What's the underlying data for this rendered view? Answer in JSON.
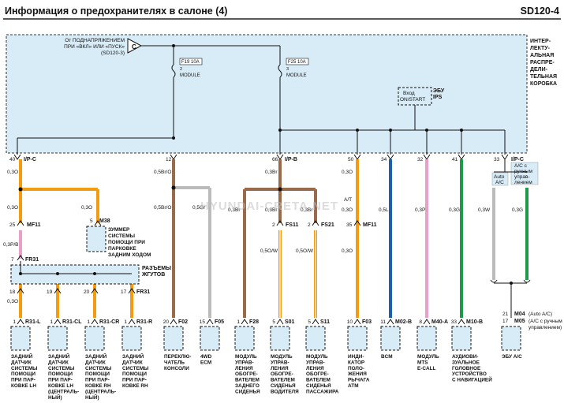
{
  "header": {
    "title": "Информация о предохранителях в салоне (4)",
    "code": "SD120-4"
  },
  "power_note": [
    "От ПОДНАПРЯЖЕНИЕМ",
    "ПРИ «ВКЛ» ИЛИ «ПУСК»",
    "(SD120-3)"
  ],
  "power_marker": "C",
  "jbox_label": [
    "ИНТЕР-",
    "ЛЕКТУ-",
    "АЛЬНАЯ",
    "РАСПРЕ-",
    "ДЕЛИ-",
    "ТЕЛЬНАЯ",
    "КОРОБКА"
  ],
  "fuses": [
    {
      "id": "F19 10A",
      "circuit": "2",
      "name": "MODULE"
    },
    {
      "id": "F25 10A",
      "circuit": "3",
      "name": "MODULE"
    }
  ],
  "ips": {
    "label": [
      "ЭБУ",
      "IPS"
    ],
    "input": [
      "Вход",
      "ON/START"
    ]
  },
  "conn_top": {
    "left": "I/P-C",
    "mid": "I/P-B",
    "right": "I/P-C"
  },
  "conn_pins": [
    "40",
    "12",
    "66",
    "50",
    "34",
    "32",
    "41",
    "33"
  ],
  "wires": [
    {
      "label": "0,3O",
      "color": "#f39c12"
    },
    {
      "label": "0,5Br/O",
      "color": "#9a6b4a"
    },
    {
      "label": "0,3Br",
      "color": "#9a6b4a"
    },
    {
      "label": "0,3O",
      "color": "#f39c12"
    },
    {
      "label": "0,5L",
      "color": "#1f5fa8"
    },
    {
      "label": "0,3P",
      "color": "#e9a0c8"
    },
    {
      "label": "0,3G",
      "color": "#1f9a4a"
    },
    {
      "label": "0,3W",
      "color": "#bbbbbb"
    },
    {
      "label": "0,3G",
      "color": "#1f9a4a"
    }
  ],
  "labels_mid": {
    "w1a": "0,3O",
    "w1b": "0,3O",
    "w1c": "0,3O",
    "w1d": "0,3P/B",
    "w2a": "0,5Br/O",
    "w2b": "0,5Gr",
    "w3a": "0,3Br",
    "w3b": "0,3Br",
    "w3c": "0,3Br",
    "w3d": "0,5O/W",
    "w3e": "0,5O/W",
    "w4a": "0,3O",
    "w4b": "A/T",
    "w5": "0,5L",
    "w6": "0,3P",
    "w7": "0,3G",
    "w8": "0,3W",
    "w9": "0,3G"
  },
  "mf11": [
    "25",
    "MF11"
  ],
  "mf11b": [
    "35",
    "MF11"
  ],
  "fs11": [
    "2",
    "FS11"
  ],
  "fs21": [
    "2",
    "FS21"
  ],
  "m38": {
    "pin": "5",
    "id": "M38",
    "text": [
      "ЗУММЕР",
      "СИСТЕМЫ",
      "ПОМОЩИ ПРИ",
      "ПАРКОВКЕ",
      "ЗАДНИМ ХОДОМ"
    ]
  },
  "fr31_top": [
    "7",
    "FR31"
  ],
  "harness": [
    "РАЗЪЕМЫ",
    "ЖГУТОВ"
  ],
  "harness_pins": [
    "18",
    "19",
    "20",
    "17"
  ],
  "harness_id": "FR31",
  "auto_ac": [
    "Auto",
    "A/C"
  ],
  "manual_ac": [
    "A/C с",
    "ручным",
    "управ-",
    "лением"
  ],
  "m04": [
    "21",
    "M04",
    "(Auto A/C)",
    "17",
    "M05",
    "(A/C с ручным",
    "управлением)"
  ],
  "components": [
    {
      "pin": "1",
      "conn": "R31-L",
      "text": [
        "ЗАДНИЙ",
        "ДАТЧИК",
        "СИСТЕМЫ",
        "ПОМОЩИ",
        "ПРИ ПАР-",
        "КОВКЕ LH"
      ]
    },
    {
      "pin": "1",
      "conn": "R31-CL",
      "text": [
        "ЗАДНИЙ",
        "ДАТЧИК",
        "СИСТЕМЫ",
        "ПОМОЩИ",
        "ПРИ ПАР-",
        "КОВКЕ LH",
        "(ЦЕНТРАЛЬ-",
        "НЫЙ)"
      ]
    },
    {
      "pin": "1",
      "conn": "R31-CR",
      "text": [
        "ЗАДНИЙ",
        "ДАТЧИК",
        "СИСТЕМЫ",
        "ПОМОЩИ",
        "ПРИ ПАР-",
        "КОВКЕ RH",
        "(ЦЕНТРАЛЬ-",
        "НЫЙ)"
      ]
    },
    {
      "pin": "1",
      "conn": "R31-R",
      "text": [
        "ЗАДНИЙ",
        "ДАТЧИК",
        "СИСТЕМЫ",
        "ПОМОЩИ",
        "ПРИ ПАР-",
        "КОВКЕ RH"
      ]
    },
    {
      "pin": "20",
      "conn": "F02",
      "text": [
        "ПЕРЕКЛЮ-",
        "ЧАТЕЛЬ",
        "КОНСОЛИ"
      ]
    },
    {
      "pin": "15",
      "conn": "F05",
      "text": [
        "4WD",
        "ECM"
      ]
    },
    {
      "pin": "1",
      "conn": "F28",
      "text": [
        "МОДУЛЬ",
        "УПРАВ-",
        "ЛЕНИЯ",
        "ОБОГРЕ-",
        "ВАТЕЛЕМ",
        "ЗАДНЕГО",
        "СИДЕНЬЯ"
      ]
    },
    {
      "pin": "5",
      "conn": "S01",
      "text": [
        "МОДУЛЬ",
        "УПРАВ-",
        "ЛЕНИЯ",
        "ОБОГРЕ-",
        "ВАТЕЛЕМ",
        "СИДЕНЬЯ",
        "ВОДИТЕЛЯ"
      ]
    },
    {
      "pin": "5",
      "conn": "S11",
      "text": [
        "МОДУЛЬ",
        "УПРАВ-",
        "ЛЕНИЯ",
        "ОБОГРЕ-",
        "ВАТЕЛЕМ",
        "СИДЕНЬЯ",
        "ПАССАЖИРА"
      ]
    },
    {
      "pin": "10",
      "conn": "F03",
      "text": [
        "ИНДИ-",
        "КАТОР",
        "ПОЛО-",
        "ЖЕНИЯ",
        "РЫЧАГА",
        "АТМ"
      ]
    },
    {
      "pin": "11",
      "conn": "M02-B",
      "text": [
        "BCM"
      ]
    },
    {
      "pin": "8",
      "conn": "M40-A",
      "text": [
        "МОДУЛЬ",
        "MTS",
        "E-CALL"
      ]
    },
    {
      "pin": "33",
      "conn": "M10-B",
      "text": [
        "АУДИОВИ-",
        "ЗУАЛЬНОЕ",
        "ГОЛОВНОЕ",
        "УСТРОЙСТВО",
        "С НАВИГАЦИЕЙ"
      ]
    },
    {
      "pin": "",
      "conn": "",
      "text": [
        "ЭБУ A/C"
      ]
    }
  ],
  "watermark": "HYUNDAI-CRETA.NET"
}
